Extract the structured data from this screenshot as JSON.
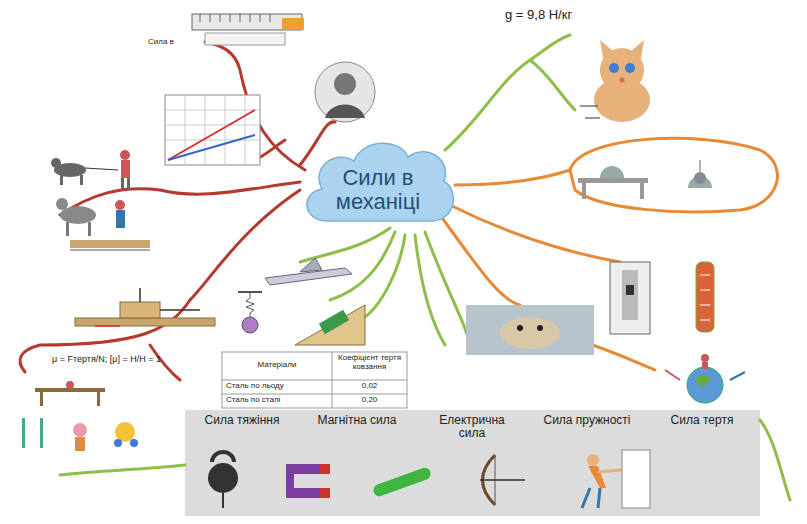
{
  "diagram": {
    "nodes": [
      {
        "text": [
          "Сили в механіці"
        ]
      },
      {
        "text": [
          "Сила тяжіння",
          "Магнітна сила",
          "Електрична сила",
          "Сила пружності",
          "Сила тертя"
        ]
      }
    ],
    "labels": [
      "Сила в",
      "g = 9,8 Н/кг",
      "μ = Fтертя/N; [μ] = Н/Н = 1",
      "Матеріали",
      "Коефіцієнт тертя ковзання",
      "Сталь по льоду",
      "0,02",
      "Сталь по сталі",
      "0,20"
    ]
  }
}
